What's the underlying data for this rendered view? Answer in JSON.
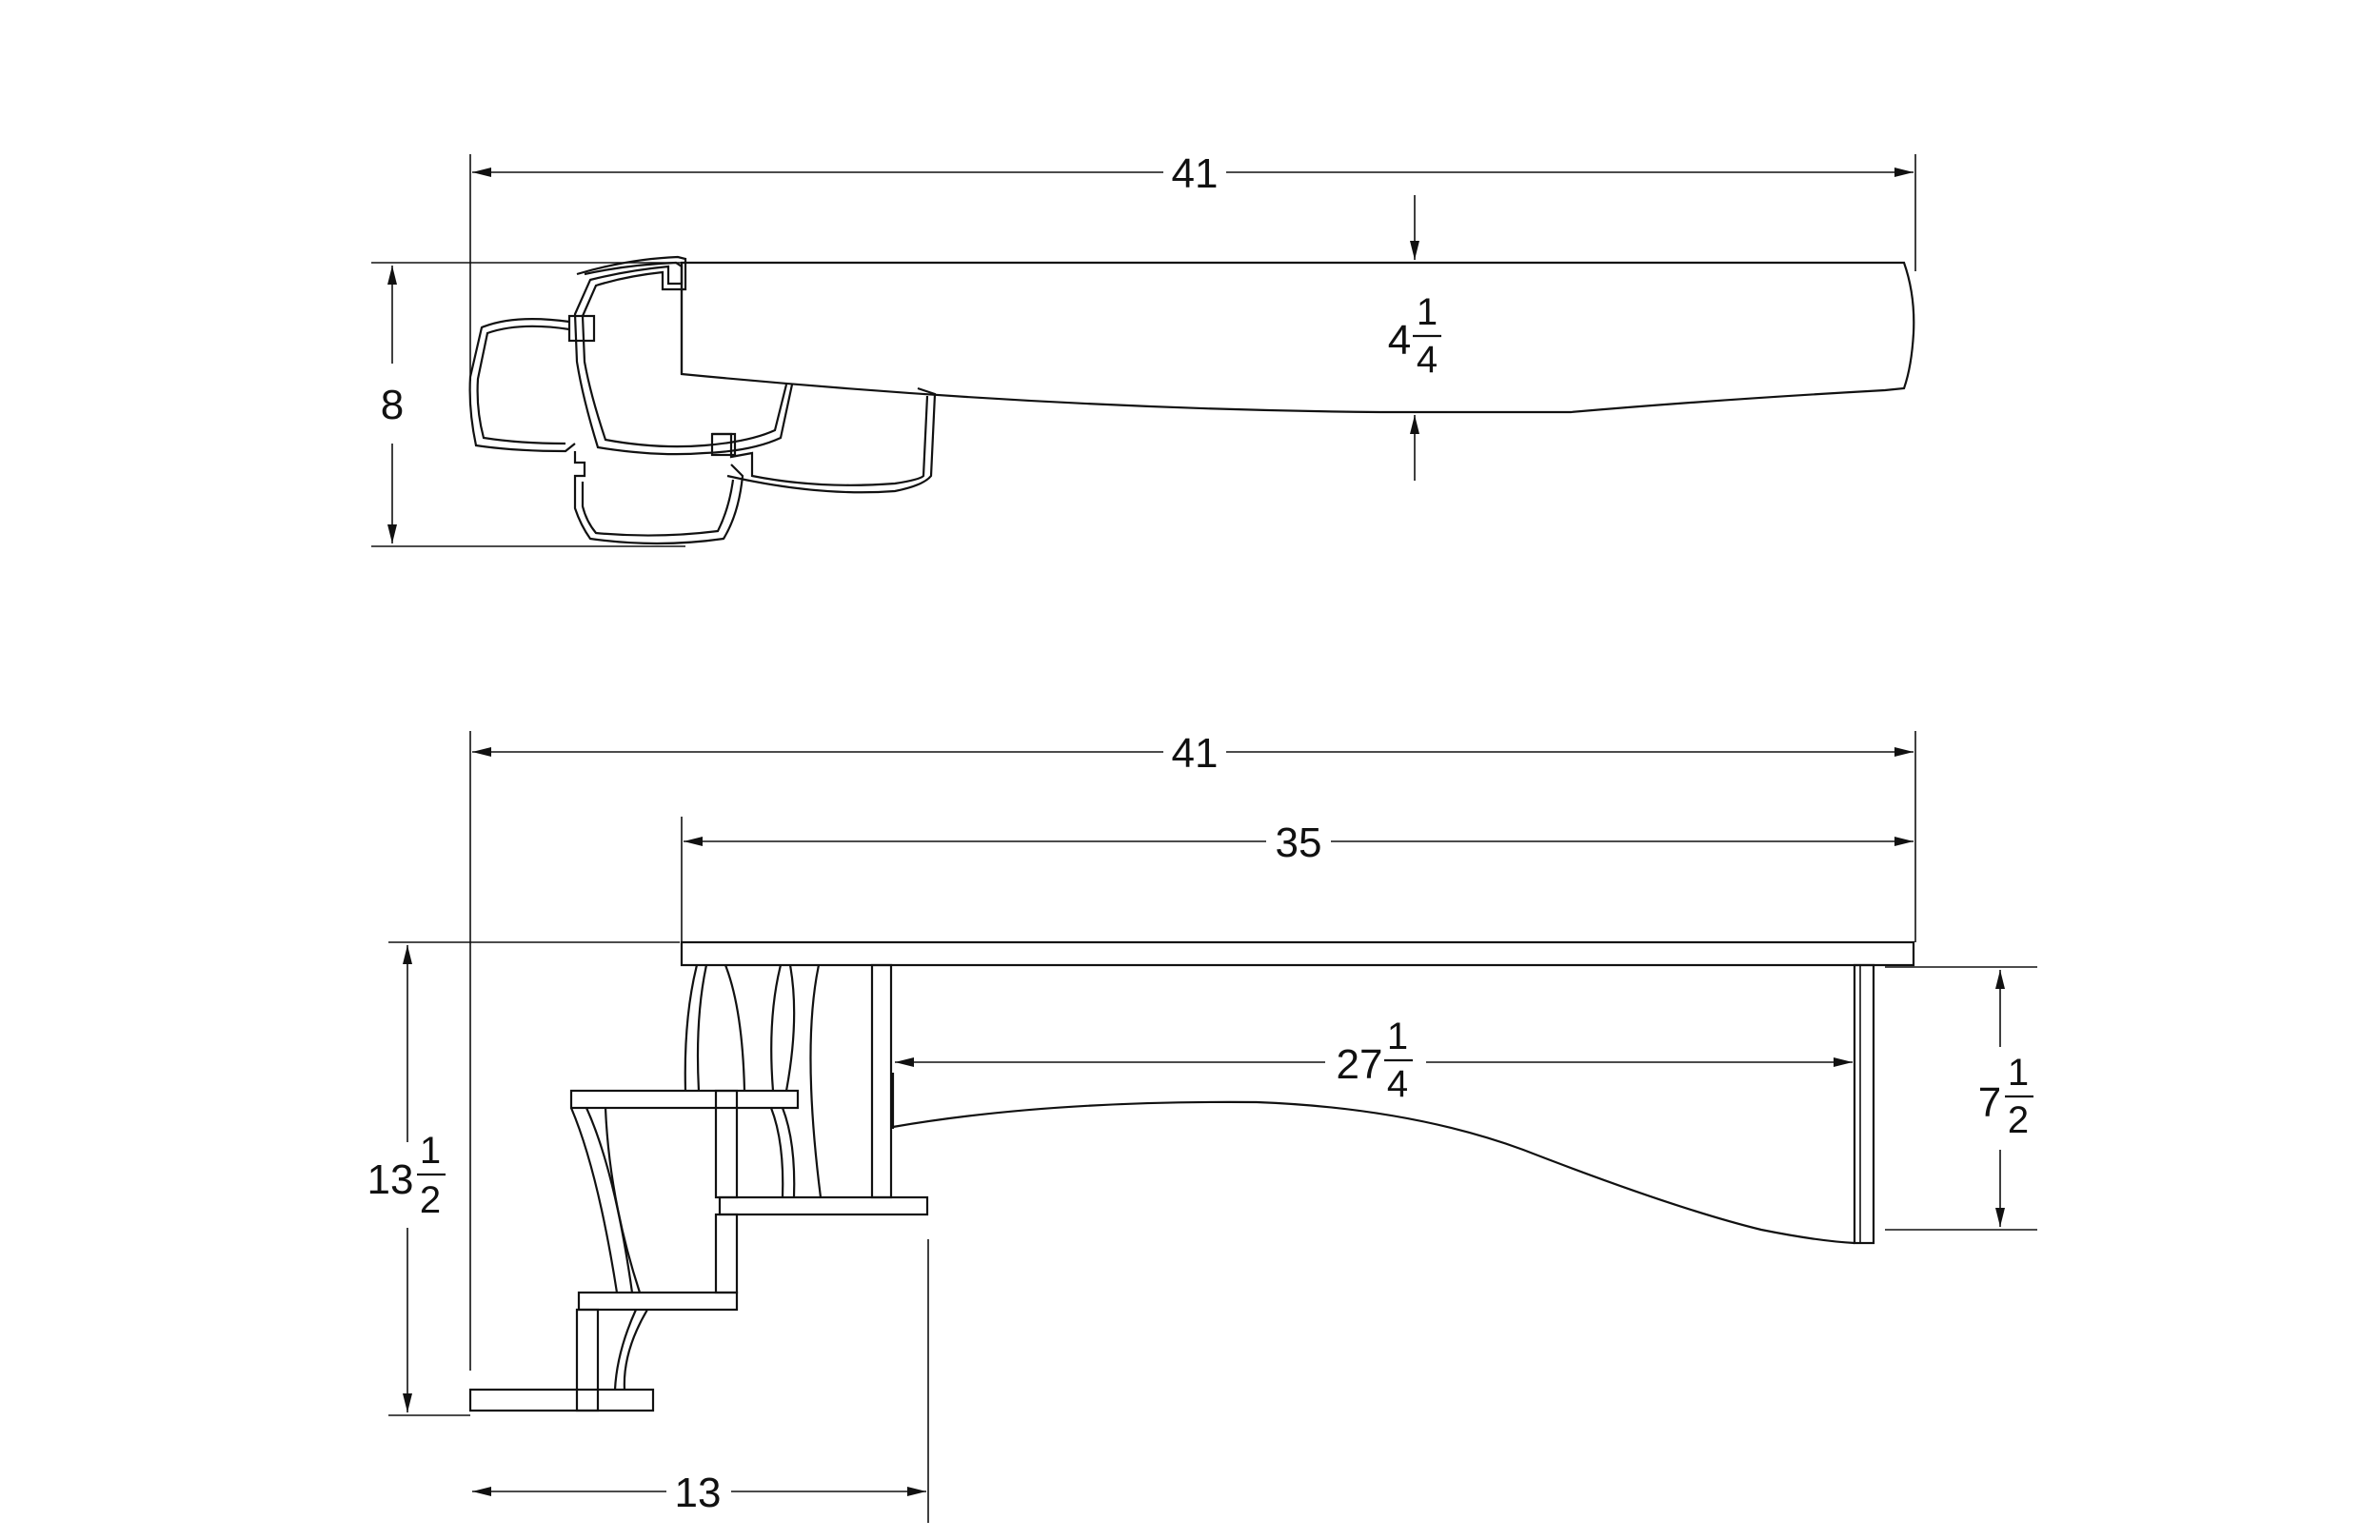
{
  "top_view": {
    "overall_length": "41",
    "overall_width": "8",
    "board_width": {
      "whole": "4",
      "num": "1",
      "den": "4"
    }
  },
  "side_view": {
    "overall_length": "41",
    "board_length": "35",
    "inner_span": {
      "whole": "27",
      "num": "1",
      "den": "4"
    },
    "bracket_height": {
      "whole": "7",
      "num": "1",
      "den": "2"
    },
    "overall_height": {
      "whole": "13",
      "num": "1",
      "den": "2"
    },
    "step_run": "13"
  }
}
